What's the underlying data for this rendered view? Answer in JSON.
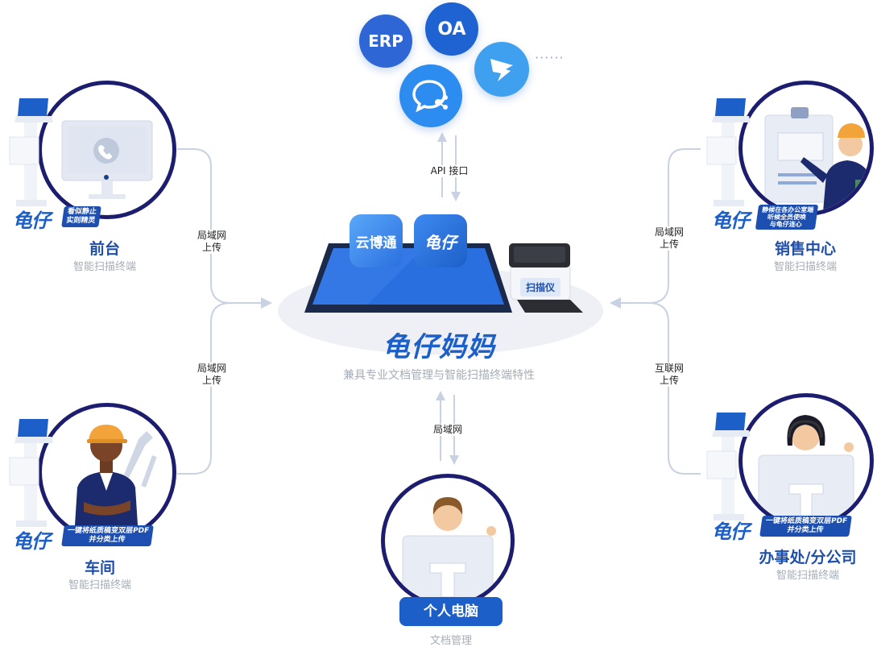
{
  "top_apps": {
    "erp": "ERP",
    "oa": "OA",
    "more": "······",
    "wechat_work_icon": "wechat-work-icon",
    "dingtalk_icon": "dingtalk-icon"
  },
  "api_label": "API 接口",
  "center": {
    "app1_text": "云博通",
    "app2_text": "龟仔",
    "scanner_label": "扫描仪",
    "brand": "龟仔妈妈",
    "tagline": "兼具专业文档管理与智能扫描终端特性"
  },
  "nodes": {
    "front_desk": {
      "title": "前台",
      "subtitle": "智能扫描终端",
      "link_label_1": "局域网",
      "link_label_2": "上传",
      "brand": "龟仔",
      "tag_1": "看似静止",
      "tag_2": "实则精灵"
    },
    "workshop": {
      "title": "车间",
      "subtitle": "智能扫描终端",
      "link_label_1": "局域网",
      "link_label_2": "上传",
      "brand": "龟仔",
      "tag_1": "一键将纸质稿变双层PDF",
      "tag_2": "并分类上传"
    },
    "sales": {
      "title": "销售中心",
      "subtitle": "智能扫描终端",
      "link_label_1": "局域网",
      "link_label_2": "上传",
      "brand": "龟仔",
      "tag_1": "静候在各办公室端",
      "tag_2": "听候全员使唤",
      "tag_3": "与龟仔连心"
    },
    "office": {
      "title": "办事处/分公司",
      "subtitle": "智能扫描终端",
      "link_label_1": "互联网",
      "link_label_2": "上传",
      "brand": "龟仔",
      "tag_1": "一键将纸质稿变双层PDF",
      "tag_2": "并分类上传"
    },
    "pc": {
      "title": "个人电脑",
      "subtitle": "文档管理",
      "link_label": "局域网"
    }
  },
  "colors": {
    "primary": "#1d5fc9",
    "navy": "#1c1d6e",
    "line": "#c9d2e3",
    "light_blue": "#e6ecf7"
  }
}
